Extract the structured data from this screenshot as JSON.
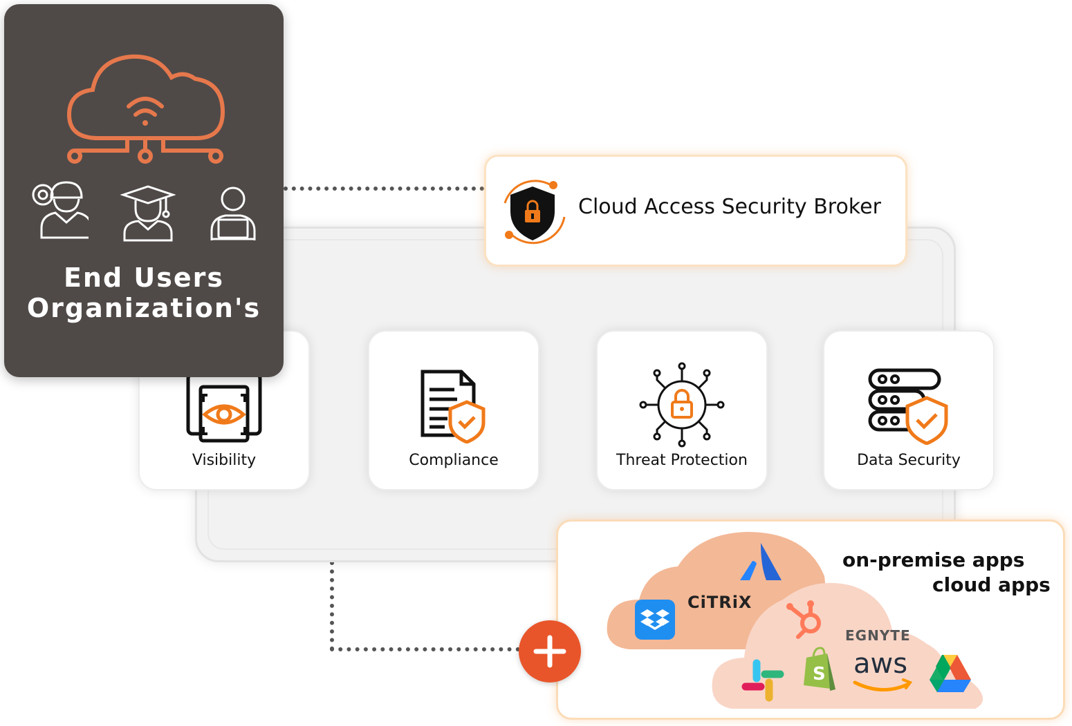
{
  "end_users": {
    "title_line1": "End Users",
    "title_line2": "Organization's",
    "icons": [
      "cloud-network-icon",
      "engineer-icon",
      "graduate-icon",
      "laptop-user-icon"
    ]
  },
  "casb": {
    "label": "Cloud Access Security Broker",
    "icon": "shield-lock-icon"
  },
  "features": [
    {
      "label": "Visibility",
      "icon": "eye-scan-icon"
    },
    {
      "label": "Compliance",
      "icon": "document-shield-icon"
    },
    {
      "label": "Threat Protection",
      "icon": "lock-network-icon"
    },
    {
      "label": "Data Security",
      "icon": "server-shield-icon"
    }
  ],
  "apps": {
    "line1": "on-premise apps",
    "line2": "cloud apps",
    "logos": {
      "citrix": "CiTRiX",
      "egnyte": "EGNYTE",
      "aws": "aws"
    }
  },
  "colors": {
    "accent": "#e9552a",
    "orange_icon": "#f07a1a",
    "dark_card": "#4f4a48",
    "cloud_outline": "#e6784c",
    "cloud_back": "#f3b896",
    "cloud_front": "#f9d5c6"
  }
}
